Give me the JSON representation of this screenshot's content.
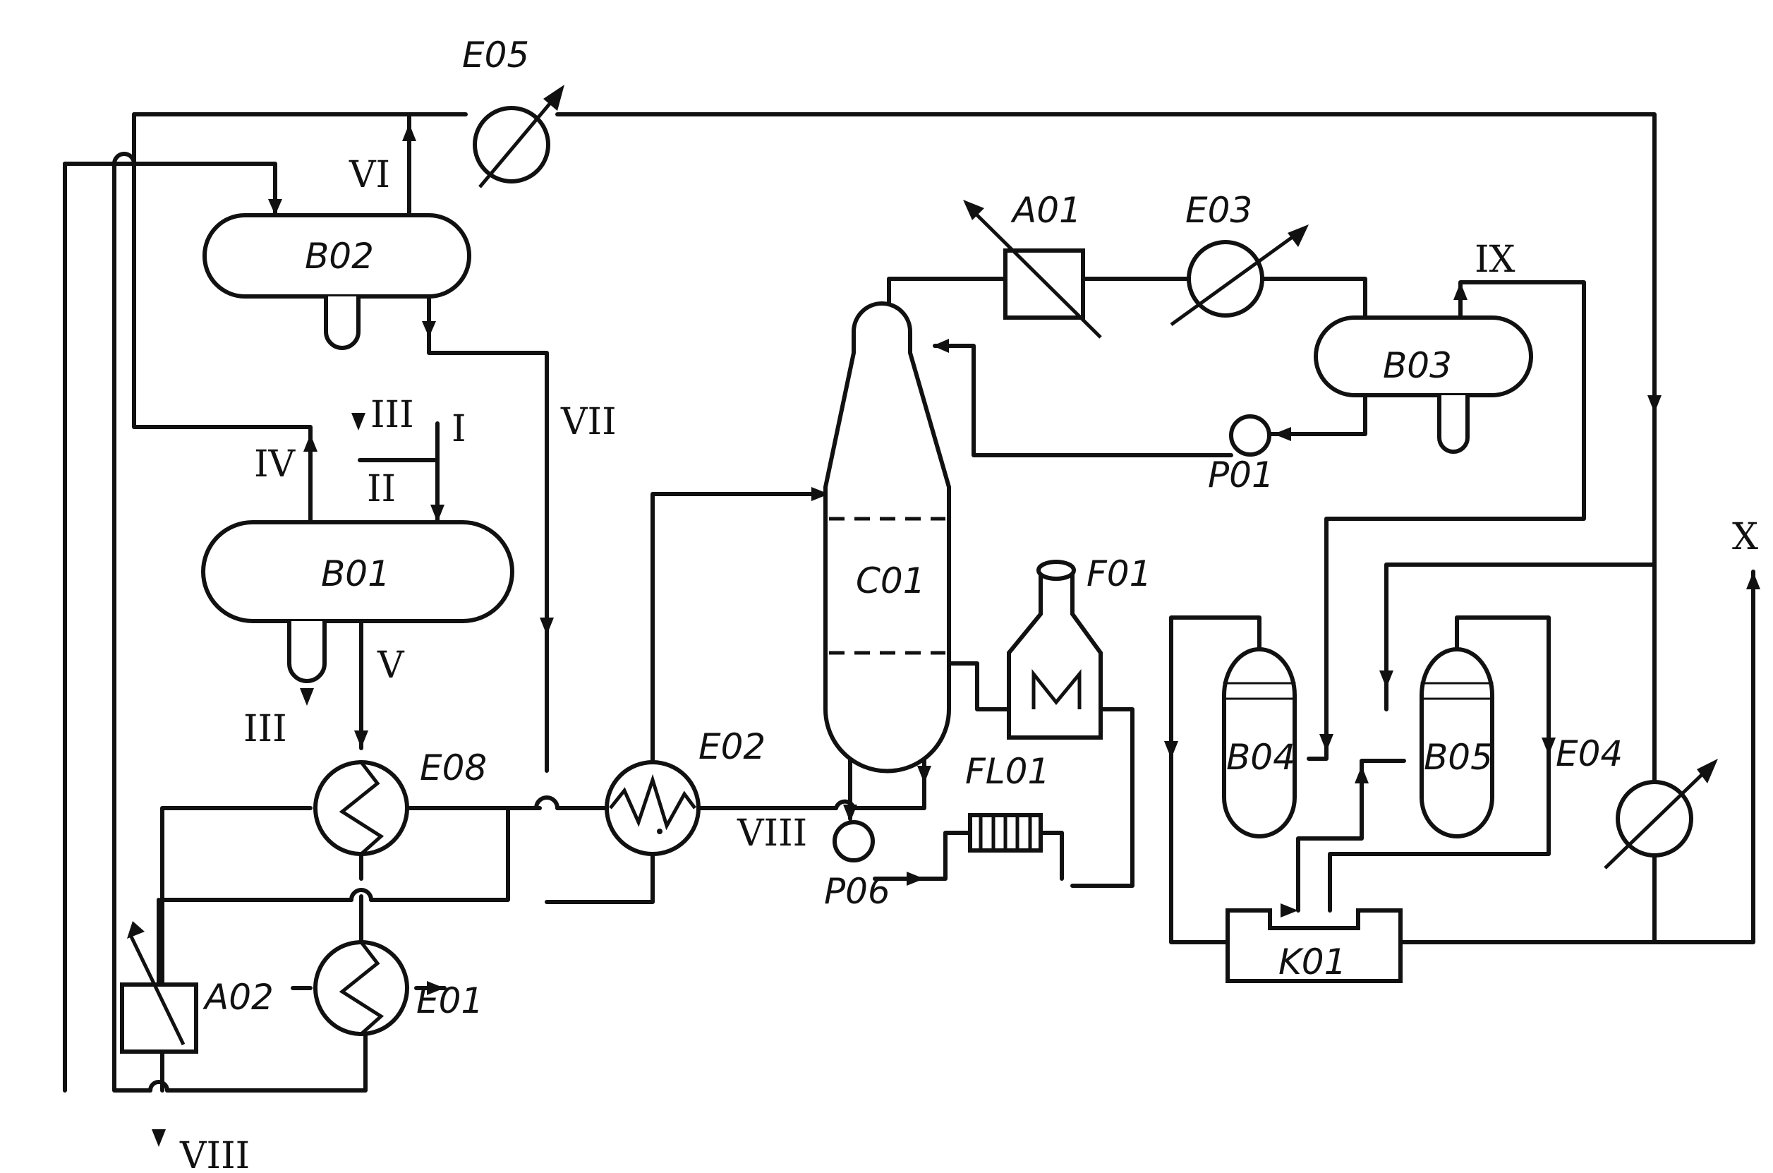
{
  "equipment": {
    "e05": "E05",
    "b02": "B02",
    "b01": "B01",
    "e08": "E08",
    "e01": "E01",
    "a02": "A02",
    "e02": "E02",
    "a01": "A01",
    "e03": "E03",
    "b03": "B03",
    "p01": "P01",
    "c01": "C01",
    "f01": "F01",
    "fl01": "FL01",
    "p06": "P06",
    "b04": "B04",
    "b05": "B05",
    "e04": "E04",
    "k01": "K01"
  },
  "streams": {
    "s1": "I",
    "s2": "II",
    "s3a": "III",
    "s3b": "III",
    "s4": "IV",
    "s5": "V",
    "s6": "VI",
    "s7": "VII",
    "s8a": "VIII",
    "s8b": "VIII",
    "s9": "IX",
    "s10": "X"
  }
}
